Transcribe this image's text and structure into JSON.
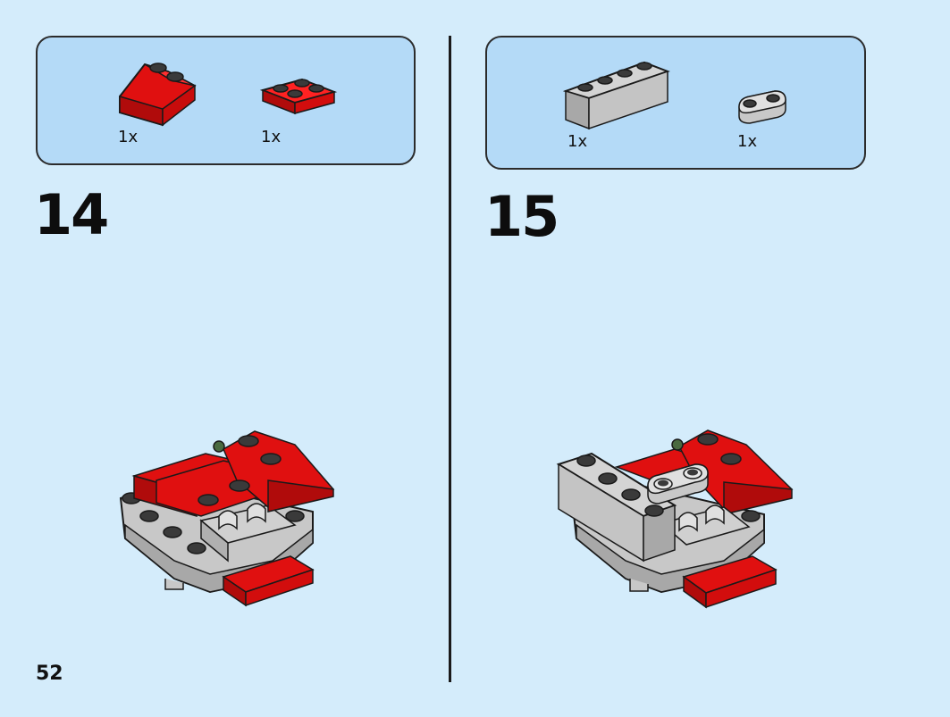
{
  "colors": {
    "background": "#d4ecfb",
    "parts_box": "#b4daf7",
    "brick_red": "#e01010",
    "brick_red_dark": "#b00b0b",
    "brick_grey": "#c8c8c8",
    "brick_grey_dark": "#9c9c9c",
    "stud_dark": "#3a3a3a",
    "outline": "#1a1a1a"
  },
  "steps": [
    {
      "number": "14",
      "parts": [
        {
          "icon": "red-slope-brick-icon",
          "quantity": "1x"
        },
        {
          "icon": "red-plate-2x2-icon",
          "quantity": "1x"
        }
      ]
    },
    {
      "number": "15",
      "parts": [
        {
          "icon": "grey-brick-1x4-icon",
          "quantity": "1x"
        },
        {
          "icon": "grey-plate-1x2-icon",
          "quantity": "1x"
        }
      ]
    }
  ],
  "page": {
    "number": "52"
  }
}
